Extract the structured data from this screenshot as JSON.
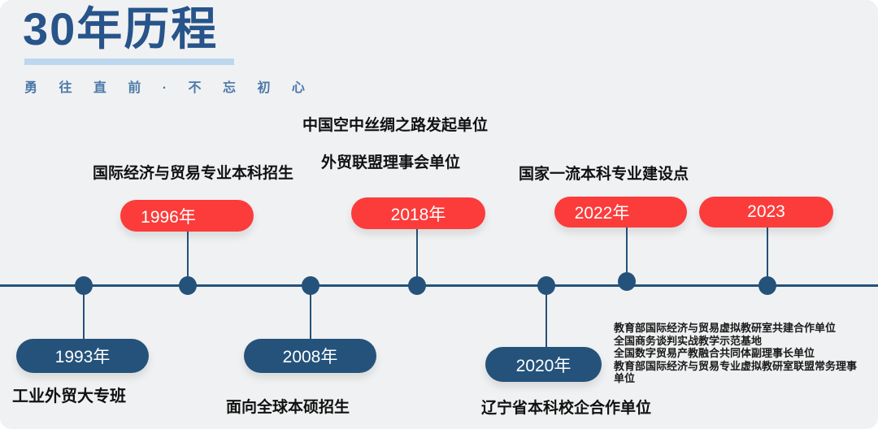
{
  "slide": {
    "title": "30年历程",
    "subtitle": "勇 往 直 前 · 不 忘 初 心"
  },
  "colors": {
    "red": "#fb3c3b",
    "navy": "#24527a",
    "title_blue": "#27548a",
    "accent_bar": "#bdd7ee",
    "subtitle_blue": "#4b79a9",
    "slide_bg": "#f0f1f2",
    "label_ink": "#111111"
  },
  "timeline": {
    "milestones": [
      {
        "year": "1993年",
        "position": "below",
        "captions": [
          "工业外贸大专班"
        ]
      },
      {
        "year": "1996年",
        "position": "above",
        "captions": [
          "国际经济与贸易专业本科招生"
        ]
      },
      {
        "year": "2008年",
        "position": "below",
        "captions": [
          "面向全球本硕招生"
        ]
      },
      {
        "year": "2018年",
        "position": "above",
        "captions": [
          "中国空中丝绸之路发起单位",
          "外贸联盟理事会单位"
        ]
      },
      {
        "year": "2020年",
        "position": "below",
        "captions": [
          "辽宁省本科校企合作单位"
        ]
      },
      {
        "year": "2022年",
        "position": "above",
        "captions": [
          "国家一流本科专业建设点"
        ]
      },
      {
        "year": "2023",
        "position": "above",
        "captions": [
          "教育部国际经济与贸易虚拟教研室共建合作单位",
          "全国商务谈判实战教学示范基地",
          "全国数字贸易产教融合共同体副理事长单位",
          "教育部国际经济与贸易专业虚拟教研室联盟常务理事单位"
        ]
      }
    ]
  }
}
